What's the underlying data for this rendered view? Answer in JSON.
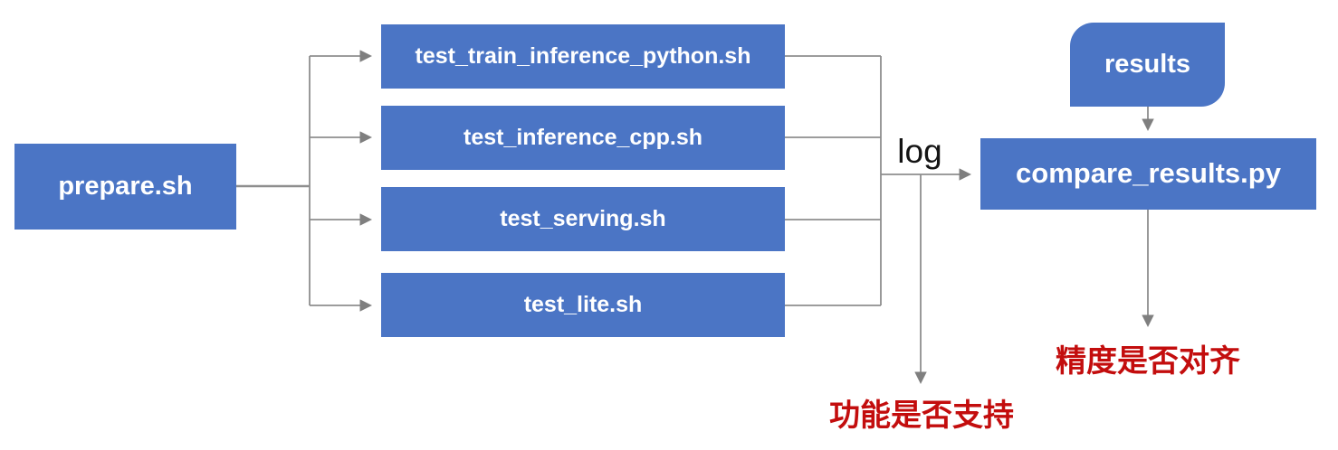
{
  "diagram": {
    "colors": {
      "node_fill": "#4B75C5",
      "node_text": "#FFFFFF",
      "connector_gray": "#8E8E8E",
      "arrowhead_gray": "#7F7F7F",
      "annotation_red": "#C30D0D",
      "log_label_black": "#141414",
      "background": "#FFFFFF"
    },
    "nodes": {
      "prepare": {
        "label": "prepare.sh"
      },
      "tests": [
        {
          "label": "test_train_inference_python.sh"
        },
        {
          "label": "test_inference_cpp.sh"
        },
        {
          "label": "test_serving.sh"
        },
        {
          "label": "test_lite.sh"
        }
      ],
      "results": {
        "label": "results"
      },
      "compare": {
        "label": "compare_results.py"
      }
    },
    "edge_labels": {
      "log": "log"
    },
    "annotations": {
      "function_support": "功能是否支持",
      "precision_aligned": "精度是否对齐"
    }
  }
}
